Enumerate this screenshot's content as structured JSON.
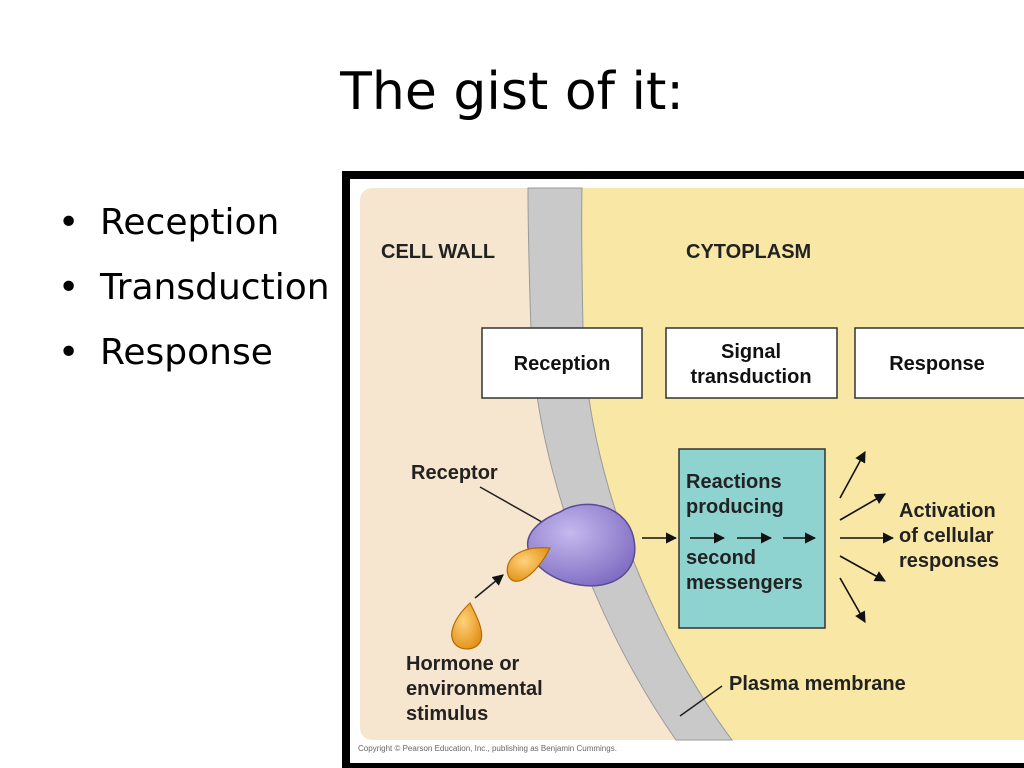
{
  "slide": {
    "title": "The gist of it:",
    "bullets": [
      "Reception",
      "Transduction",
      "Response"
    ]
  },
  "diagram": {
    "regions": {
      "cell_wall": "CELL WALL",
      "cytoplasm": "CYTOPLASM"
    },
    "stages": {
      "reception": "Reception",
      "transduction_line1": "Signal",
      "transduction_line2": "transduction",
      "response": "Response"
    },
    "receptor_label": "Receptor",
    "reactions": {
      "line1": "Reactions",
      "line2": "producing",
      "line3": "second",
      "line4": "messengers"
    },
    "activation": {
      "line1": "Activation",
      "line2": "of cellular",
      "line3": "responses"
    },
    "stimulus": {
      "line1": "Hormone or",
      "line2": "environmental",
      "line3": "stimulus"
    },
    "membrane_label": "Plasma membrane",
    "copyright": "Copyright © Pearson Education, Inc., publishing as Benjamin Cummings.",
    "colors": {
      "cell_wall_fill": "#f7e6cf",
      "cytoplasm_fill": "#f9e7a6",
      "membrane_fill": "#c9c9c9",
      "reactions_fill": "#8fd3d0",
      "receptor_fill": "#9f8fd6",
      "hormone_fill": "#f4a52c"
    }
  }
}
